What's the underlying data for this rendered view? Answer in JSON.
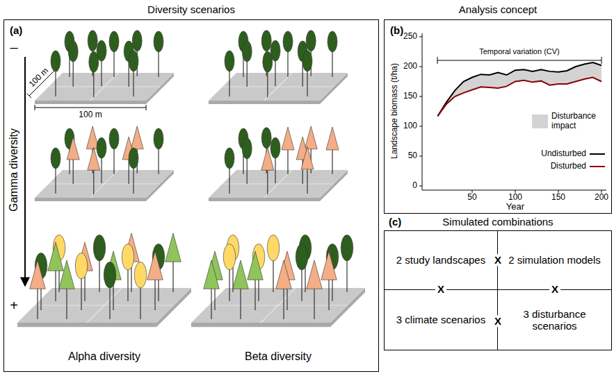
{
  "diagram": {
    "nodes": [
      {
        "text": [
          "Diversity scenarios",
          "(a)"
        ]
      },
      {
        "text": [
          "Analysis concept",
          "(b)"
        ]
      },
      {
        "text": [
          "(c)",
          "Simulated combinations"
        ]
      },
      {
        "text": [
          "2 study landscapes"
        ],
        "in": 2
      },
      {
        "text": [
          "2 simulation models"
        ],
        "in": 2
      },
      {
        "text": [
          "3 climate scenarios"
        ],
        "in": 2
      },
      {
        "text": [
          "3 disturbance scenarios"
        ],
        "in": 2
      }
    ],
    "labels": [
      "Gamma diversity",
      "–",
      "+",
      "100 m",
      "100 m",
      "Alpha diversity",
      "Beta diversity",
      "250",
      "200",
      "150",
      "100",
      "50",
      "0",
      "Landscape biomass (t/ha)",
      "Year",
      "50",
      "100",
      "150",
      "200",
      "Temporal variation (CV)",
      "X",
      "X",
      "X",
      "X"
    ],
    "legend": [
      {
        "text": "Disturbance impact",
        "color": "#d3d3d3"
      },
      {
        "text": "Undisturbed"
      },
      {
        "text": "Disturbed"
      }
    ]
  }
}
